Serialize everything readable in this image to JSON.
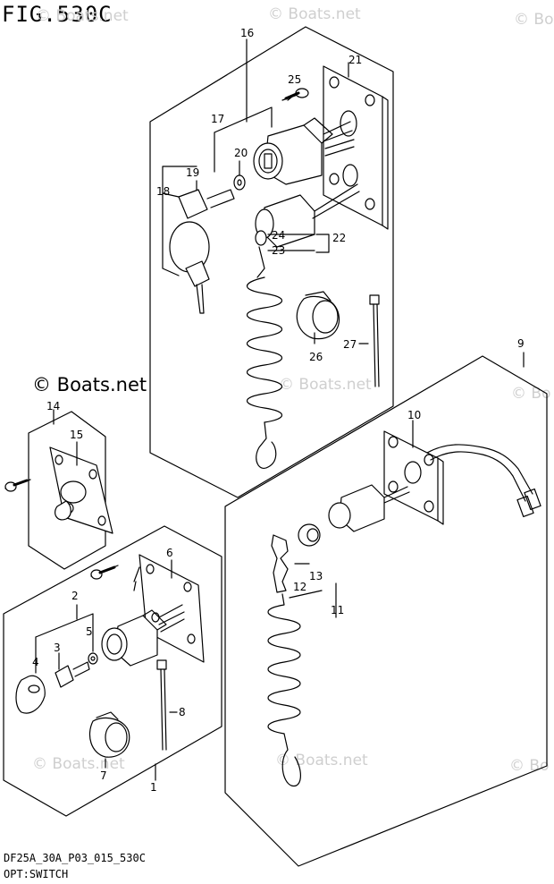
{
  "figure": {
    "title": "FIG.530C",
    "model_code": "DF25A_30A_P03_015_530C",
    "caption": "OPT:SWITCH"
  },
  "watermark": {
    "main": "© Boats.net",
    "faint": "© Boats.net",
    "faint_short": "© Bo"
  },
  "callouts": [
    "1",
    "2",
    "3",
    "4",
    "5",
    "6",
    "7",
    "8",
    "9",
    "10",
    "11",
    "12",
    "13",
    "14",
    "15",
    "16",
    "17",
    "18",
    "19",
    "20",
    "21",
    "22",
    "23",
    "24",
    "25",
    "26",
    "27"
  ],
  "icons": {
    "main_switch": "key-switch-icon",
    "kill_switch": "lanyard-stop-switch-icon",
    "toggle_switch": "toggle-switch-icon",
    "screw": "screw-icon",
    "key": "key-icon",
    "cap": "rubber-cap-icon",
    "tie": "cable-tie-icon",
    "coil": "coiled-lanyard-icon"
  }
}
